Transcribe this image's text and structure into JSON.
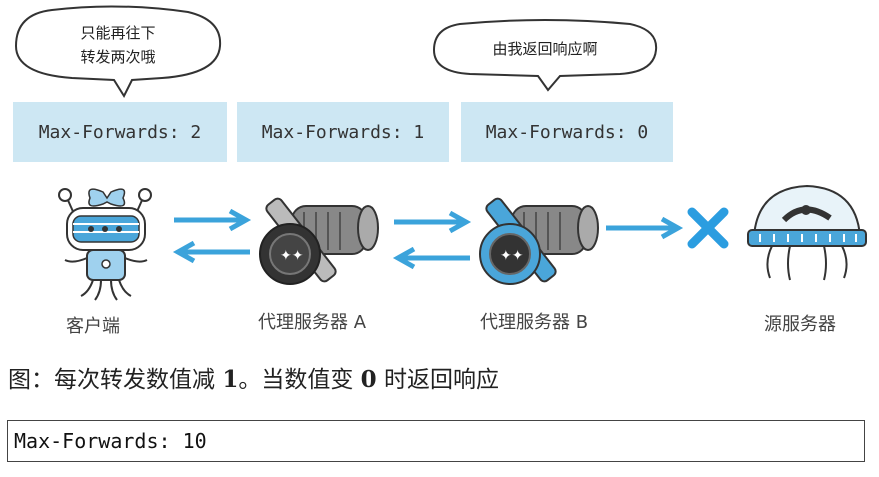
{
  "bubbles": {
    "left_line1": "只能再往下",
    "left_line2": "转发两次哦",
    "right": "由我返回响应啊"
  },
  "max_forwards_boxes": [
    "Max-Forwards: 2",
    "Max-Forwards: 1",
    "Max-Forwards: 0"
  ],
  "nodes": {
    "client": "客户端",
    "proxy_a": "代理服务器 A",
    "proxy_b": "代理服务器 B",
    "origin": "源服务器"
  },
  "caption": {
    "prefix": "图：每次转发数值减 ",
    "num1": "1",
    "middle": "。当数值变 ",
    "num0": "0",
    "suffix": " 时返回响应"
  },
  "code": "Max-Forwards: 10",
  "colors": {
    "arrow": "#3ba3db",
    "box": "#cde7f3",
    "cross": "#2b9de0"
  }
}
